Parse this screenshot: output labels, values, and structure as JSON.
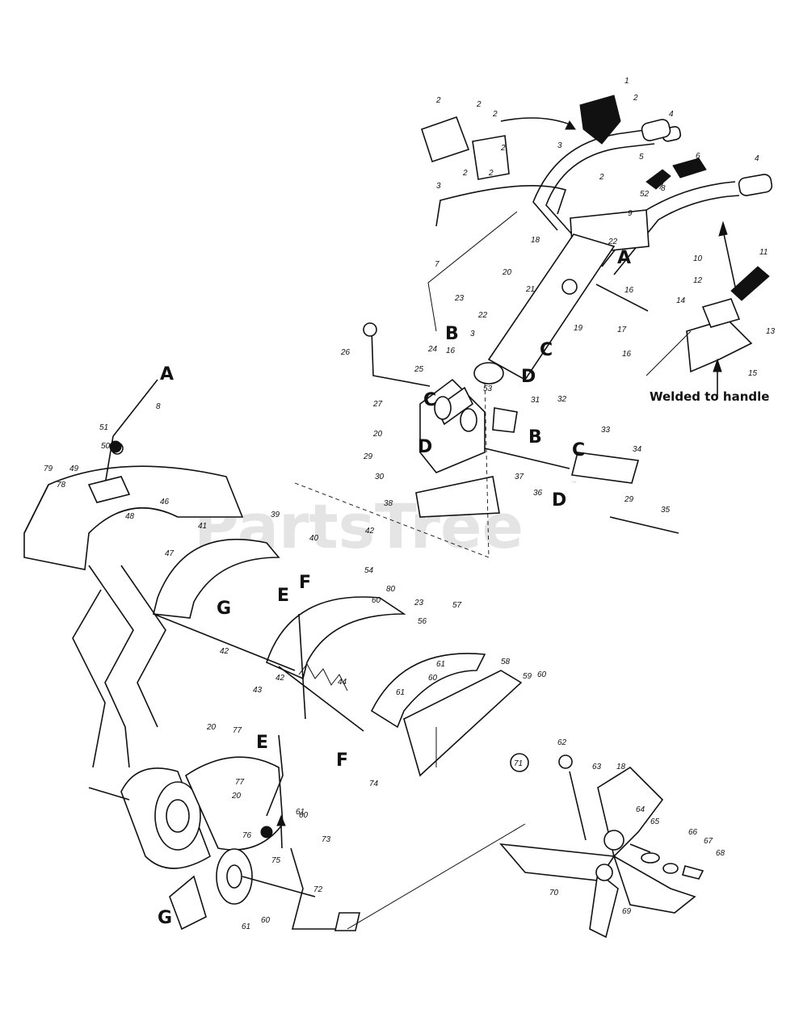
{
  "watermark": "PartsTree",
  "watermark_mark": "™",
  "note": "Welded to handle",
  "inset_marker": "71",
  "callouts": [
    "A",
    "A",
    "B",
    "B",
    "C",
    "C",
    "C",
    "D",
    "D",
    "D",
    "E",
    "E",
    "F",
    "F",
    "G",
    "G"
  ],
  "part_numbers": [
    "1",
    "2",
    "2",
    "2",
    "2",
    "2",
    "2",
    "2",
    "2",
    "3",
    "3",
    "3",
    "4",
    "4",
    "5",
    "6",
    "7",
    "7",
    "8",
    "8",
    "9",
    "10",
    "11",
    "12",
    "13",
    "14",
    "15",
    "16",
    "16",
    "16",
    "17",
    "18",
    "18",
    "19",
    "20",
    "20",
    "20",
    "20",
    "21",
    "22",
    "22",
    "23",
    "23",
    "24",
    "25",
    "26",
    "27",
    "29",
    "29",
    "30",
    "31",
    "32",
    "33",
    "34",
    "35",
    "36",
    "37",
    "38",
    "39",
    "40",
    "41",
    "42",
    "42",
    "42",
    "43",
    "44",
    "46",
    "47",
    "48",
    "49",
    "50",
    "51",
    "52",
    "53",
    "54",
    "56",
    "57",
    "58",
    "59",
    "60",
    "60",
    "60",
    "60",
    "60",
    "61",
    "61",
    "61",
    "61",
    "62",
    "63",
    "64",
    "65",
    "66",
    "67",
    "68",
    "69",
    "70",
    "71",
    "72",
    "73",
    "74",
    "75",
    "76",
    "77",
    "77",
    "78",
    "79",
    "80"
  ]
}
